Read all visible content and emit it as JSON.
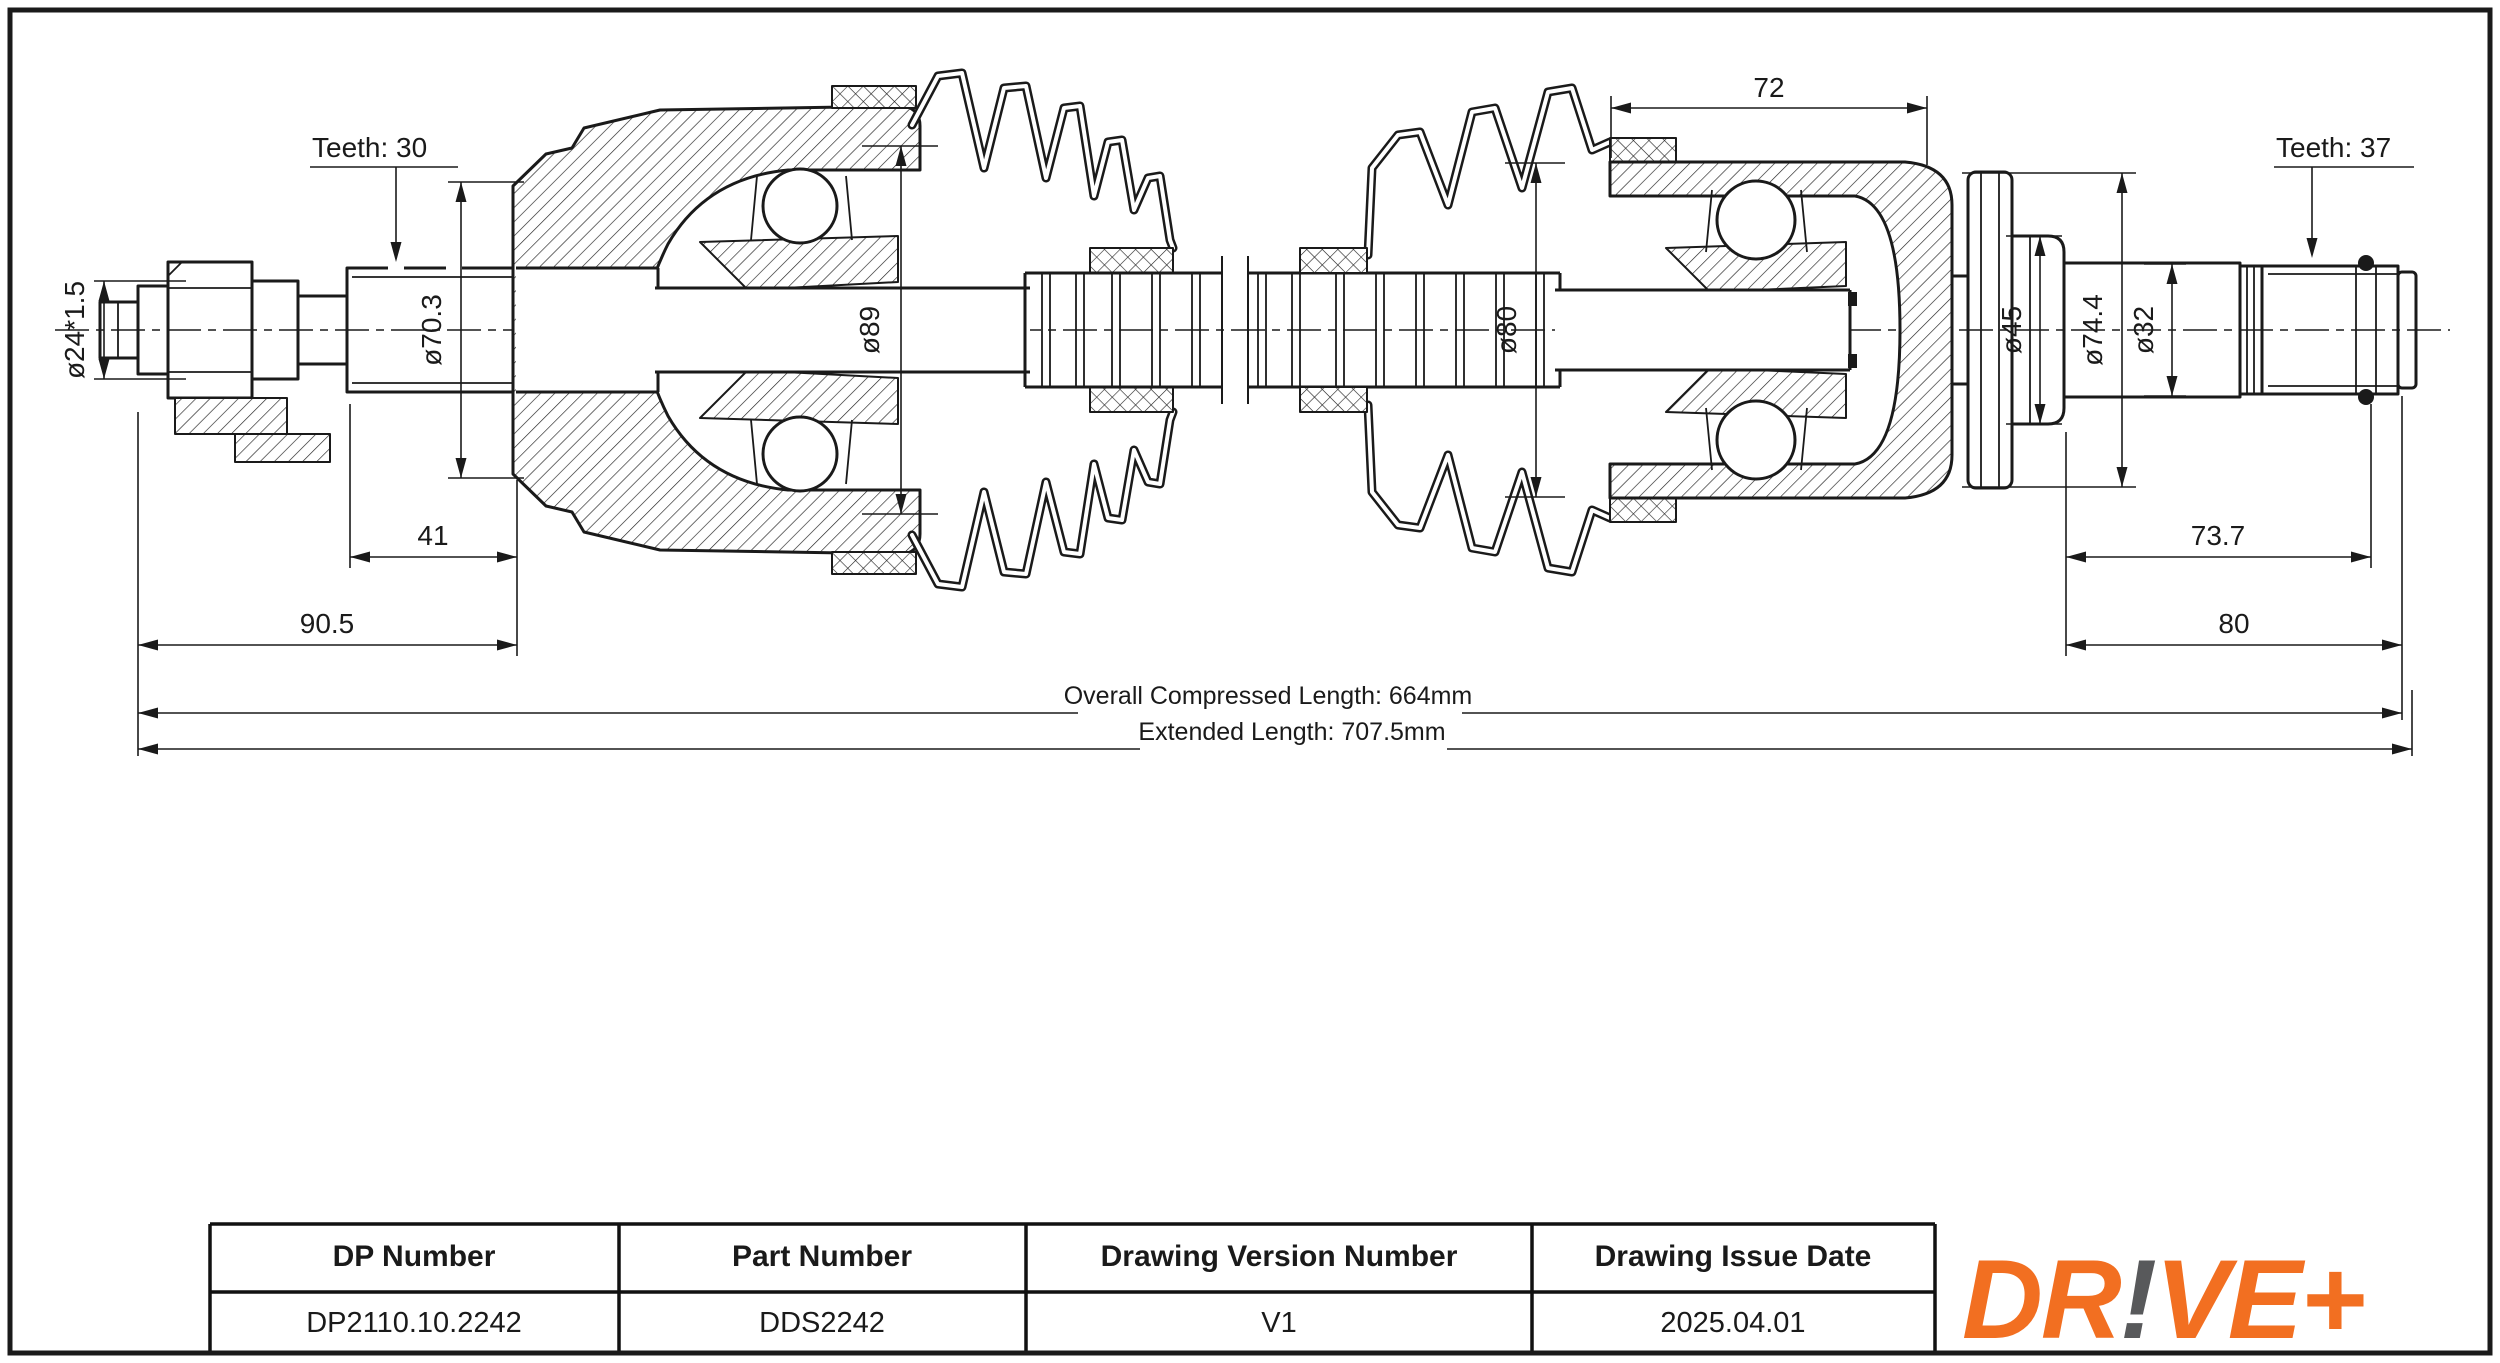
{
  "drawing": {
    "labels": {
      "teeth_left": "Teeth: 30",
      "teeth_right": "Teeth: 37",
      "dia_24": "ø24*1.5",
      "dia_70_3": "ø70.3",
      "dia_89": "ø89",
      "dia_80": "ø80",
      "dia_45": "ø45",
      "dia_74_4": "ø74.4",
      "dia_32": "ø32",
      "len_72": "72",
      "len_41": "41",
      "len_90_5": "90.5",
      "len_73_7": "73.7",
      "len_80": "80",
      "overall_compressed": "Overall  Compressed  Length: 664mm",
      "extended": "Extended  Length: 707.5mm"
    }
  },
  "title_block": {
    "columns": [
      {
        "header": "DP Number",
        "value": "DP2110.10.2242"
      },
      {
        "header": "Part Number",
        "value": "DDS2242"
      },
      {
        "header": "Drawing Version Number",
        "value": "V1"
      },
      {
        "header": "Drawing Issue Date",
        "value": "2025.04.01"
      }
    ]
  },
  "logo": {
    "part1": "DR",
    "part2": "!",
    "part3": "VE+",
    "orange": "#F26F21",
    "gray": "#58595B"
  }
}
